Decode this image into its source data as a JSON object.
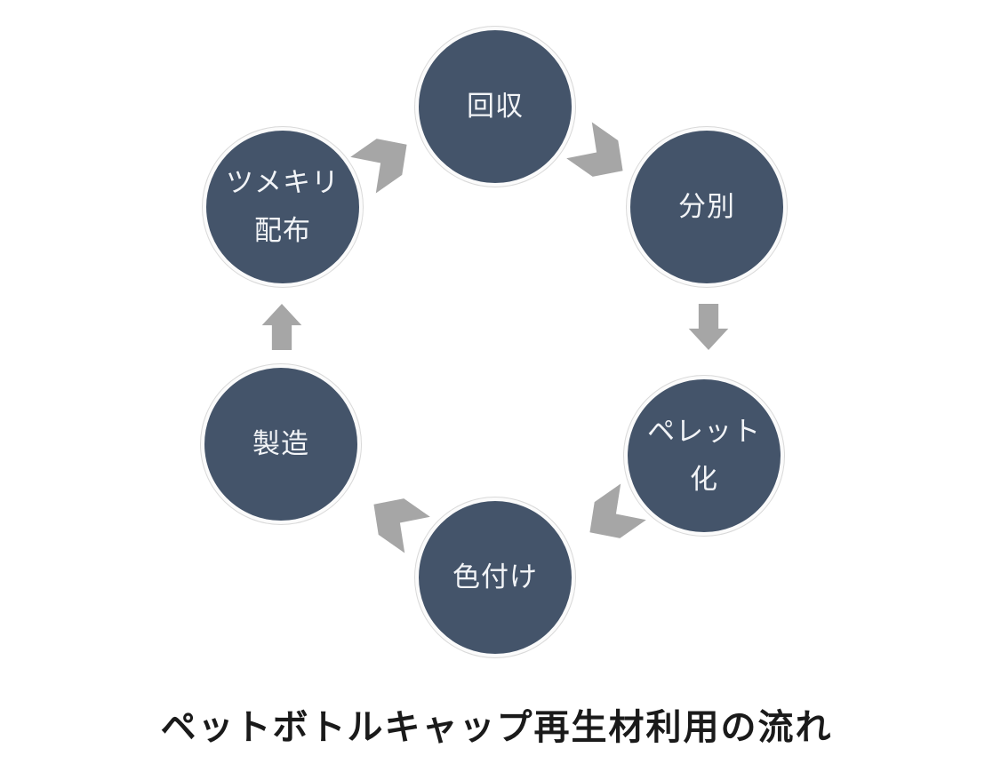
{
  "title": "ペットボトルキャップ再生材利用の流れ",
  "colors": {
    "node_fill": "#44546A",
    "node_text": "#F2F4F7",
    "node_ring": "#D9D9D9",
    "arrow": "#A6A6A6",
    "background": "#FFFFFF",
    "title_text": "#1A1A1A"
  },
  "nodes": [
    {
      "label": "回収",
      "lines": [
        "回収"
      ]
    },
    {
      "label": "分別",
      "lines": [
        "分別"
      ]
    },
    {
      "label": "ペレット化",
      "lines": [
        "ペレット",
        "化"
      ]
    },
    {
      "label": "色付け",
      "lines": [
        "色付け"
      ]
    },
    {
      "label": "製造",
      "lines": [
        "製造"
      ]
    },
    {
      "label": "ツメキリ配布",
      "lines": [
        "ツメキリ",
        "配布"
      ]
    }
  ],
  "arrows": [
    {
      "from": "ツメキリ配布",
      "to": "回収",
      "direction": "up-right"
    },
    {
      "from": "回収",
      "to": "分別",
      "direction": "down-right"
    },
    {
      "from": "分別",
      "to": "ペレット化",
      "direction": "down"
    },
    {
      "from": "ペレット化",
      "to": "色付け",
      "direction": "down-left"
    },
    {
      "from": "色付け",
      "to": "製造",
      "direction": "up-left"
    },
    {
      "from": "製造",
      "to": "ツメキリ配布",
      "direction": "up"
    }
  ]
}
